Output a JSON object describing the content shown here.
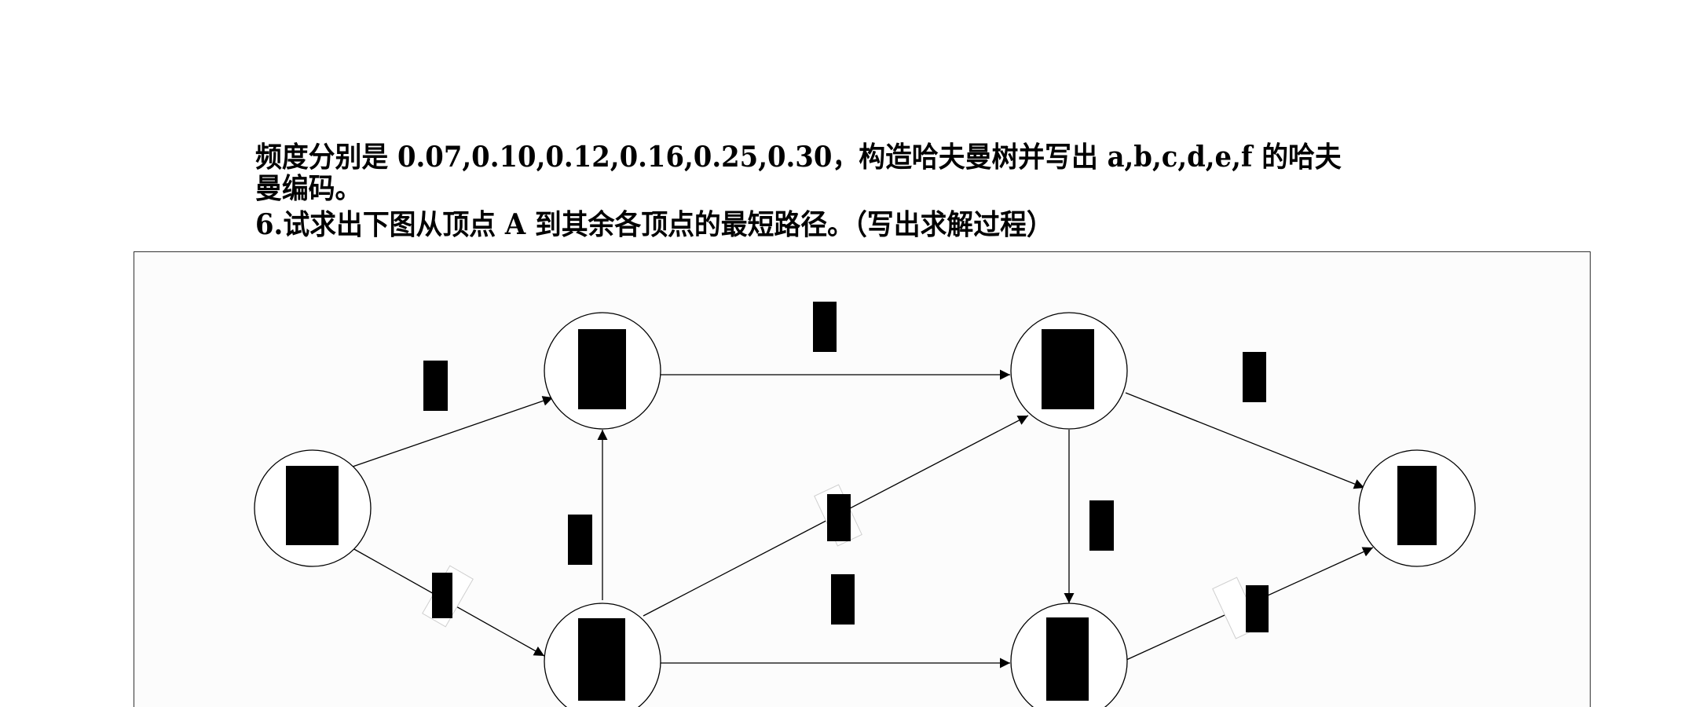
{
  "document": {
    "paragraph_1": "频度分别是 0.07,0.10,0.12,0.16,0.25,0.30，构造哈夫曼树并写出 a,b,c,d,e,f 的哈夫",
    "paragraph_2": "曼编码。",
    "question_6": "6.试求出下图从顶点 A 到其余各顶点的最短路径。（写出求解过程）"
  },
  "figure": {
    "node_labels": [
      "",
      "",
      "",
      "",
      "",
      "",
      ""
    ],
    "edge_weights": [
      "",
      "",
      "",
      "",
      "",
      "",
      "",
      "",
      "",
      ""
    ],
    "redaction_color": "#000000"
  }
}
